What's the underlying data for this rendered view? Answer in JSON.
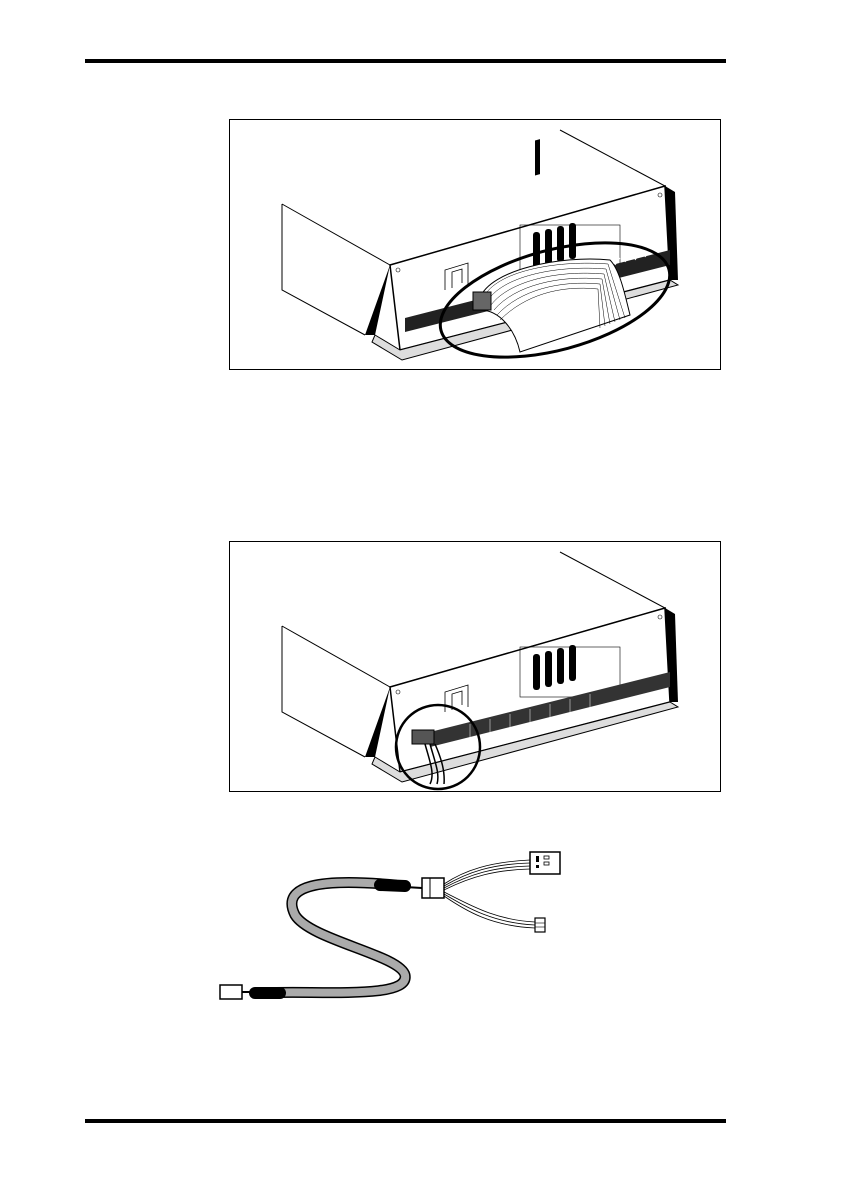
{
  "page": {
    "figures": [
      {
        "id": "fig1",
        "depicts": "ribbon-cable-connection"
      },
      {
        "id": "fig2",
        "depicts": "audio-cable-connection"
      },
      {
        "id": "fig3",
        "depicts": "audio-cable"
      }
    ]
  }
}
